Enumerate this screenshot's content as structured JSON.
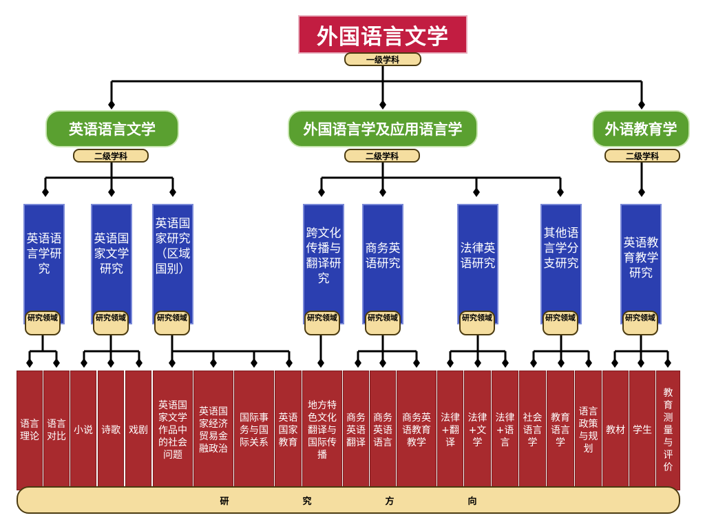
{
  "root": {
    "title": "外国语言文学",
    "badge": "一级学科"
  },
  "level2": [
    {
      "title": "英语语言文学",
      "badge": "二级学科"
    },
    {
      "title": "外国语言学及应用语言学",
      "badge": "二级学科"
    },
    {
      "title": "外语教育学",
      "badge": "二级学科"
    }
  ],
  "level3": [
    {
      "title": "英语语言学研究",
      "badge": "研究领域"
    },
    {
      "title": "英语国家文学研究",
      "badge": "研究领域"
    },
    {
      "title": "英语国家研究（区域国别）",
      "badge": "研究领域"
    },
    {
      "title": "跨文化传播与翻译研究",
      "badge": "研究领域"
    },
    {
      "title": "商务英语研究",
      "badge": "研究领域"
    },
    {
      "title": "法律英语研究",
      "badge": "研究领域"
    },
    {
      "title": "其他语言学分支研究",
      "badge": "研究领域"
    },
    {
      "title": "英语教育教学研究",
      "badge": "研究领域"
    }
  ],
  "leaves": [
    "语言理论",
    "语言对比",
    "小说",
    "诗歌",
    "戏剧",
    "英语国家文学作品中的社会问题",
    "英语国家经济贸易金融政治",
    "国际事务与国际关系",
    "英语国家教育",
    "地方特色文化翻译与国际传播",
    "商务英语翻译",
    "商务英语语言",
    "商务英语教育教学",
    "法律+翻译",
    "法律+文学",
    "法律+语言",
    "社会语言学",
    "教育语言学",
    "语言政策与规划",
    "教材",
    "学生",
    "教育测量与评价"
  ],
  "bottom_bar": [
    "研",
    "究",
    "方",
    "向"
  ]
}
